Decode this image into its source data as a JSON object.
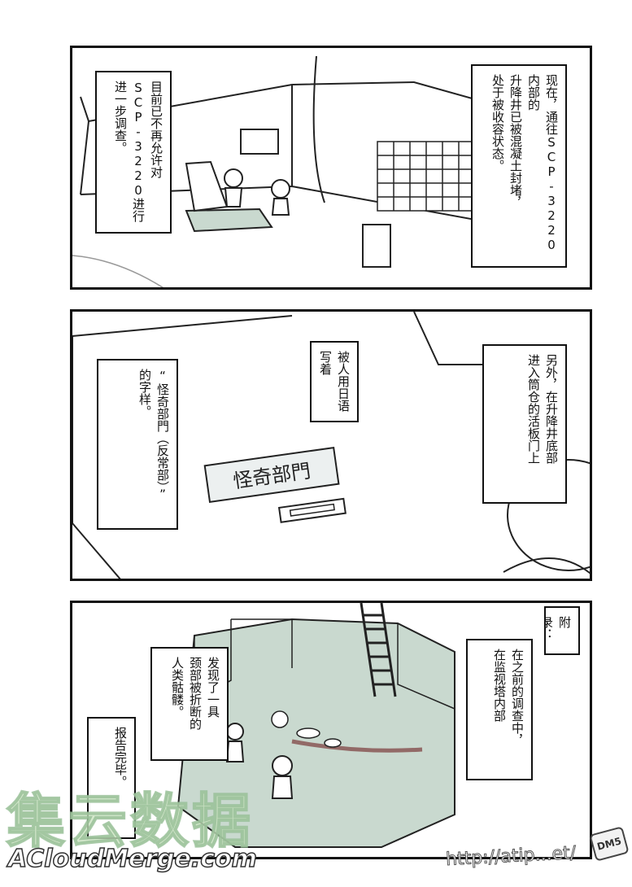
{
  "panels": [
    {
      "captions": [
        {
          "lines": [
            "现在，通往SCP-3220内部的",
            "升降井已被混凝土封堵，",
            "处于被收容状态。"
          ]
        },
        {
          "lines": [
            "目前已不再允许对",
            "SCP-3220进行",
            "进一步调查。"
          ]
        }
      ]
    },
    {
      "sign_text": "怪奇部門",
      "captions": [
        {
          "lines": [
            "另外，在升降井底部",
            "进入筒仓的活板门上"
          ]
        },
        {
          "lines": [
            "被人用日语",
            "写着"
          ]
        },
        {
          "lines": [
            "“怪奇部門（反常部）”",
            "的字样。"
          ]
        }
      ]
    },
    {
      "captions": [
        {
          "lines": [
            "附录："
          ]
        },
        {
          "lines": [
            "在之前的调查中，",
            "在监视塔内部"
          ]
        },
        {
          "lines": [
            "发现了一具",
            "颈部被折断的",
            "人类骷髅。"
          ]
        },
        {
          "lines": [
            "报告完毕。"
          ]
        }
      ]
    }
  ],
  "watermark": {
    "cn": "集云数据",
    "en": "ACloudMerge.com",
    "url": "http://atip...et/",
    "logo": "DM5"
  },
  "colors": {
    "floor_tint": "#c9d9cf",
    "ink": "#111111",
    "blood": "#7a3a3a"
  }
}
